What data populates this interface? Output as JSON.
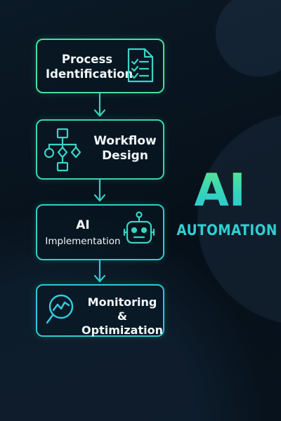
{
  "title": {
    "main": "AI",
    "sub": "AUTOMATION"
  },
  "steps": [
    {
      "line1": "Process",
      "line2": "Identification",
      "icon": "checklist-document-icon"
    },
    {
      "line1": "Workflow",
      "line2": "Design",
      "icon": "flowchart-icon"
    },
    {
      "line1": "AI",
      "line2": "Implementation",
      "icon": "robot-icon"
    },
    {
      "line1": "Monitoring",
      "line2": "& Optimization",
      "icon": "magnifier-chart-icon"
    }
  ],
  "colors": {
    "background": "#081520",
    "green": "#46e39a",
    "teal": "#2fcfc8",
    "cyan": "#2ec8d6",
    "text": "#f2f6f8"
  }
}
